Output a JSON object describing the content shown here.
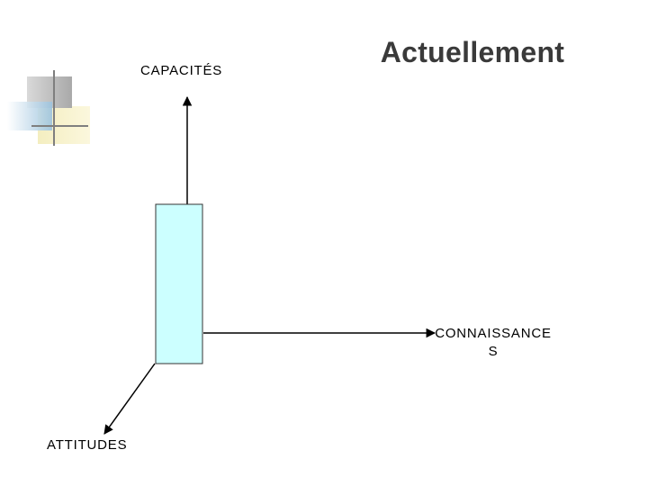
{
  "slide": {
    "title": "Actuellement"
  },
  "diagram": {
    "axes": {
      "vertical": "CAPACITÉS",
      "horizontal_line1": "CONNAISSANCE",
      "horizontal_line2": "S",
      "diagonal": "ATTITUDES"
    },
    "block_color": "#ccffff",
    "block_border_color": "#333333",
    "axis_color": "#000000"
  },
  "logo": {
    "icon": "overlapping-squares-crosshair-icon",
    "colors": [
      "#bfbfbf",
      "#a6c8e0",
      "#f3ecb2"
    ]
  }
}
